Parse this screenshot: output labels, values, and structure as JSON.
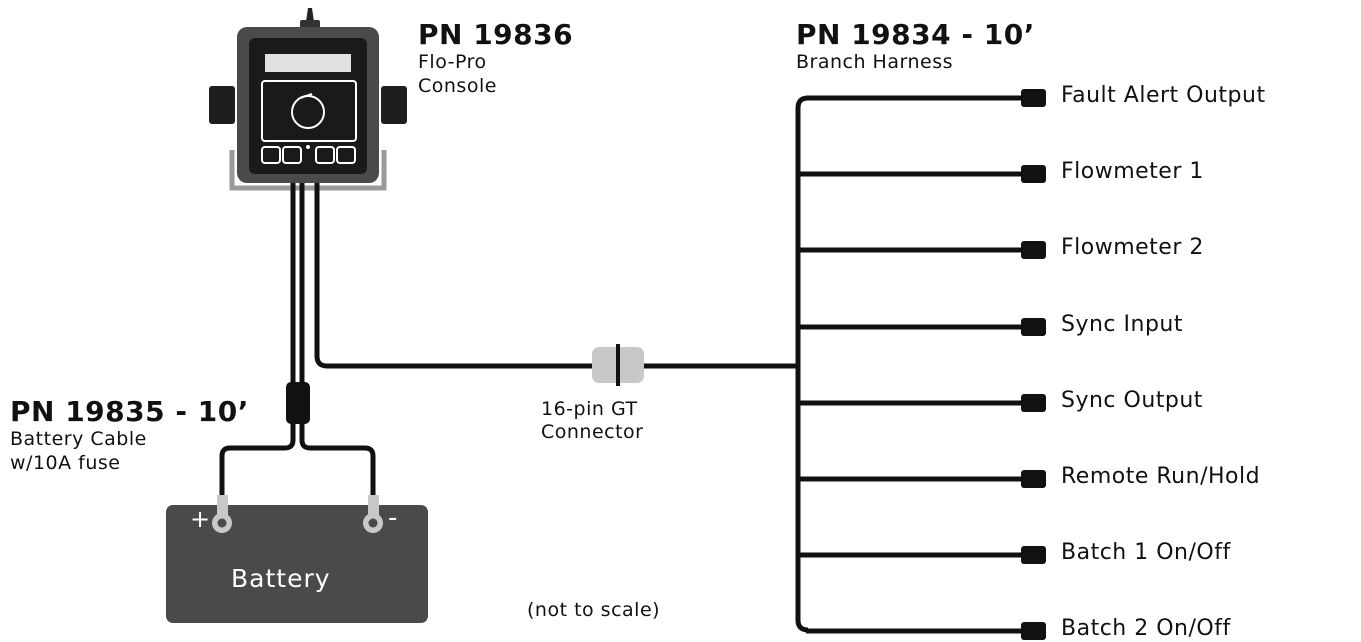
{
  "console": {
    "part_number": "PN 19836",
    "name_line1": "Flo-Pro",
    "name_line2": "Console"
  },
  "branch_harness": {
    "part_number": "PN 19834 - 10’",
    "name": "Branch Harness",
    "outputs": [
      "Fault Alert Output",
      "Flowmeter 1",
      "Flowmeter 2",
      "Sync Input",
      "Sync Output",
      "Remote Run/Hold",
      "Batch 1 On/Off",
      "Batch 2 On/Off"
    ]
  },
  "battery_cable": {
    "part_number": "PN 19835 - 10’",
    "name_line1": "Battery Cable",
    "name_line2": "w/10A fuse"
  },
  "connector": {
    "line1": "16-pin GT",
    "line2": "Connector"
  },
  "battery": {
    "label": "Battery",
    "positive": "+",
    "negative": "-"
  },
  "note": "(not to scale)",
  "colors": {
    "wire": "#111111",
    "battery_body": "#4a4a4a",
    "console_body": "#4a4a4a",
    "console_frame": "#9a9a9a",
    "connector_body": "#c8c8c8"
  }
}
